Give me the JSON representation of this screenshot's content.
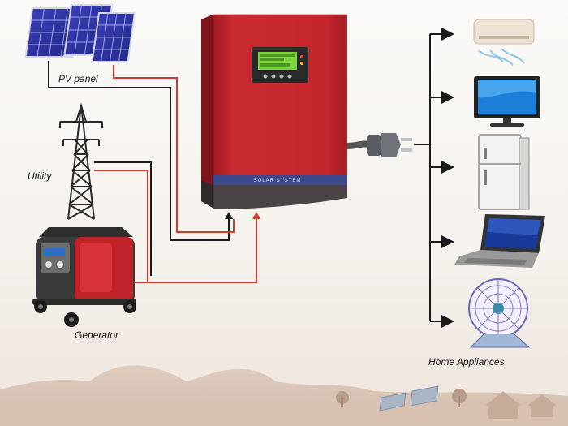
{
  "labels": {
    "pv_panel": "PV panel",
    "utility": "Utility",
    "generator": "Generator",
    "home_appliances": "Home Appliances",
    "inverter_brand": "SOLAR SYSTEM"
  },
  "colors": {
    "inverter_body": "#c0262c",
    "inverter_dark": "#4a4446",
    "wire_black": "#1a1a1a",
    "wire_red": "#d33b2c",
    "lcd": "#7bd33a"
  },
  "icons": [
    "solar-panel-icon",
    "transmission-tower-icon",
    "generator-icon",
    "inverter-icon",
    "plug-icon",
    "air-conditioner-icon",
    "television-icon",
    "refrigerator-icon",
    "laptop-icon",
    "fan-icon"
  ]
}
